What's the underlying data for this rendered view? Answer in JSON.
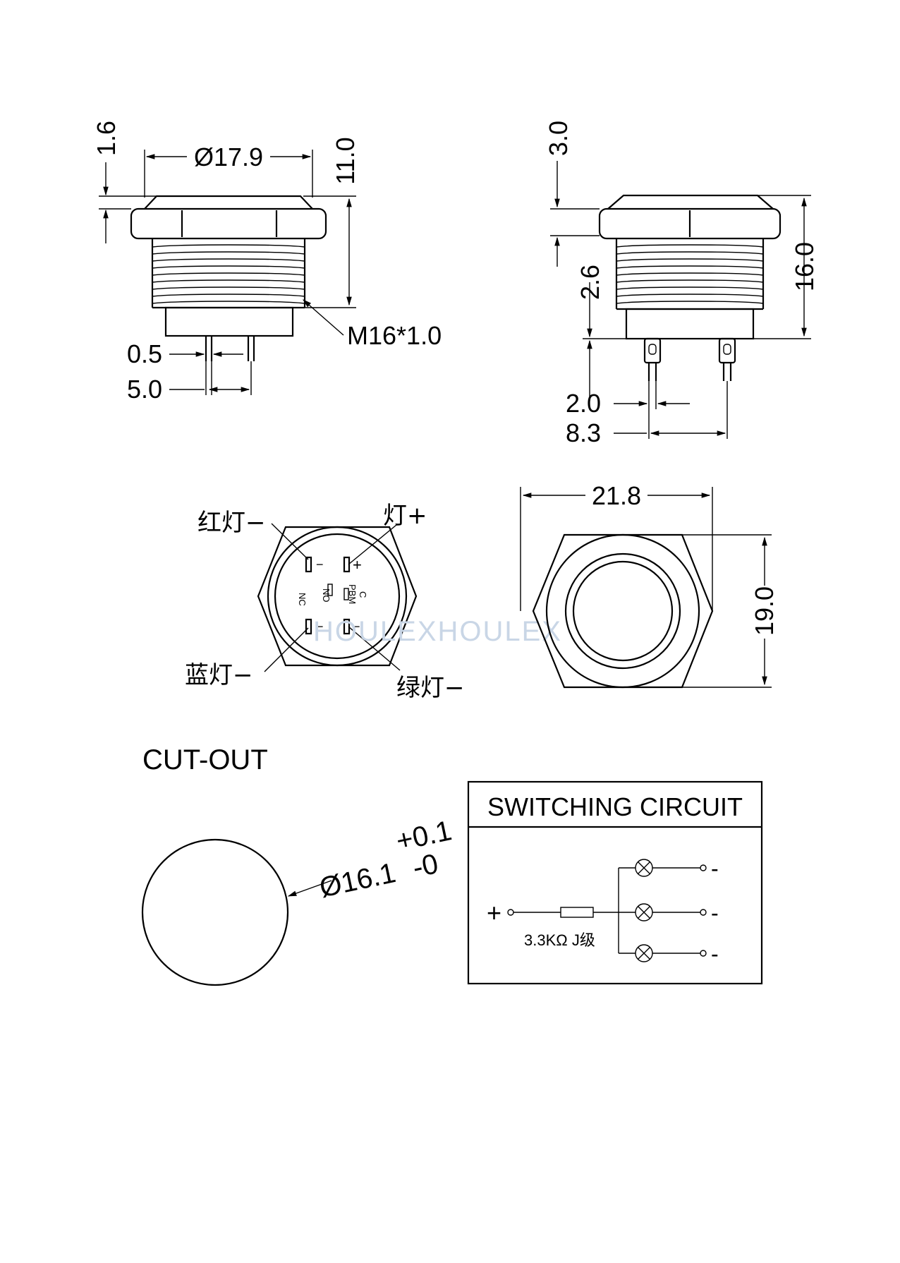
{
  "side_view_left": {
    "dim_flange": "1.6",
    "dim_diameter": "Ø17.9",
    "dim_height": "11.0",
    "dim_thread": "M16*1.0",
    "dim_pin_width": "0.5",
    "dim_pin_spacing": "5.0"
  },
  "side_view_right": {
    "dim_head": "3.0",
    "dim_nut": "2.6",
    "dim_total": "16.0",
    "dim_terminal": "2.0",
    "dim_terminal_spacing": "8.3"
  },
  "bottom_view": {
    "label_red": "红灯−",
    "label_led_plus": "灯+",
    "label_blue": "蓝灯−",
    "label_green": "绿灯−",
    "pin_c": "C",
    "pin_pbm": "PBM",
    "pin_no": "NO",
    "pin_nc": "NC",
    "mark_minus": "−",
    "mark_plus": "+",
    "watermark": "HOULEXHOULEX"
  },
  "front_view": {
    "dim_width": "21.8",
    "dim_height": "19.0"
  },
  "cutout": {
    "title": "CUT-OUT",
    "dim_diameter": "Ø16.1",
    "tol_plus": "+0.1",
    "tol_minus": "-0"
  },
  "circuit": {
    "title": "SWITCHING CIRCUIT",
    "plus": "+",
    "resistor_label": "3.3KΩ J级",
    "minus": "-"
  }
}
